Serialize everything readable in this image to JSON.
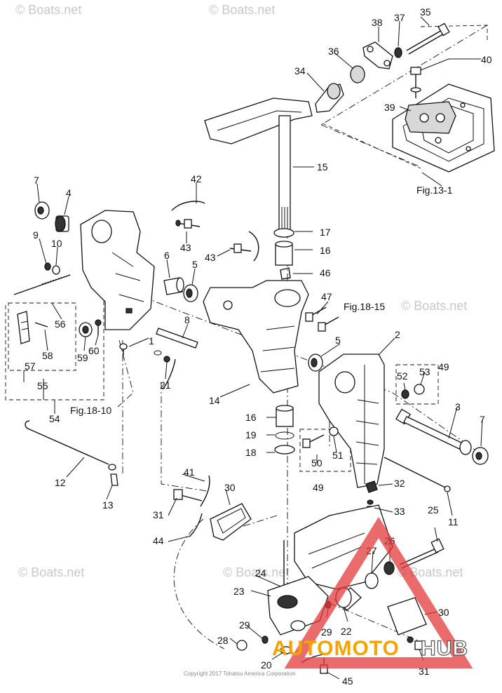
{
  "watermark": "© Boats.net",
  "copyright": "Copyright 2017 Tohatsu America Corporation",
  "brand": {
    "part1": "AUTOMOTO",
    "part2": "HUB",
    "accent": "#e23a3a",
    "accent2": "#f3a400"
  },
  "figure_refs": [
    "Fig.13-1",
    "Fig.18-15",
    "Fig.18-10"
  ],
  "part_numbers": [
    "1",
    "2",
    "3",
    "4",
    "5",
    "5",
    "6",
    "7",
    "7",
    "8",
    "9",
    "10",
    "11",
    "12",
    "13",
    "14",
    "15",
    "16",
    "16",
    "17",
    "18",
    "19",
    "20",
    "21",
    "22",
    "23",
    "24",
    "25",
    "26",
    "27",
    "28",
    "29",
    "29",
    "30",
    "30",
    "31",
    "31",
    "32",
    "33",
    "34",
    "35",
    "36",
    "37",
    "38",
    "39",
    "40",
    "41",
    "42",
    "43",
    "43",
    "44",
    "45",
    "46",
    "47",
    "49",
    "49",
    "50",
    "51",
    "52",
    "53",
    "54",
    "55",
    "56",
    "57",
    "58",
    "59",
    "60"
  ],
  "icons": [
    "warning-triangle-icon"
  ]
}
